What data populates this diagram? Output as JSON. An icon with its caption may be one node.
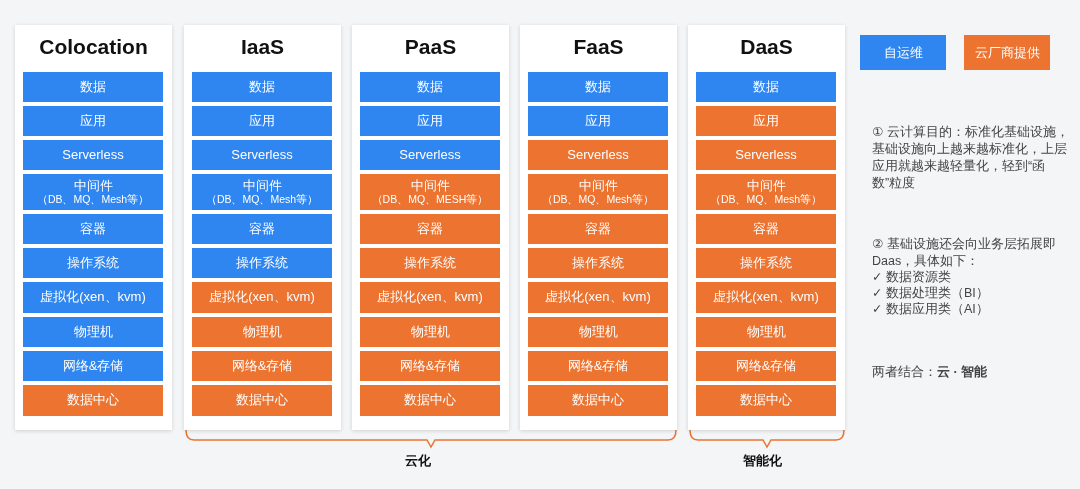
{
  "diagram": {
    "nodes": [
      {
        "text": [
          "Colocation"
        ]
      },
      {
        "text": [
          "数据"
        ],
        "in": 0
      },
      {
        "text": [
          "应用"
        ],
        "in": 0
      },
      {
        "text": [
          "Serverless"
        ],
        "in": 0
      },
      {
        "text": [
          "中间件",
          "（DB、MQ、Mesh等）"
        ],
        "in": 0
      },
      {
        "text": [
          "容器"
        ],
        "in": 0
      },
      {
        "text": [
          "操作系统"
        ],
        "in": 0
      },
      {
        "text": [
          "虚拟化(xen、kvm)"
        ],
        "in": 0
      },
      {
        "text": [
          "物理机"
        ],
        "in": 0
      },
      {
        "text": [
          "网络&存储"
        ],
        "in": 0
      },
      {
        "text": [
          "数据中心"
        ],
        "in": 0
      },
      {
        "text": [
          "IaaS"
        ]
      },
      {
        "text": [
          "数据"
        ],
        "in": 11
      },
      {
        "text": [
          "应用"
        ],
        "in": 11
      },
      {
        "text": [
          "Serverless"
        ],
        "in": 11
      },
      {
        "text": [
          "中间件",
          "（DB、MQ、Mesh等）"
        ],
        "in": 11
      },
      {
        "text": [
          "容器"
        ],
        "in": 11
      },
      {
        "text": [
          "操作系统"
        ],
        "in": 11
      },
      {
        "text": [
          "虚拟化(xen、kvm)"
        ],
        "in": 11
      },
      {
        "text": [
          "物理机"
        ],
        "in": 11
      },
      {
        "text": [
          "网络&存储"
        ],
        "in": 11
      },
      {
        "text": [
          "数据中心"
        ],
        "in": 11
      },
      {
        "text": [
          "PaaS"
        ]
      },
      {
        "text": [
          "数据"
        ],
        "in": 22
      },
      {
        "text": [
          "应用"
        ],
        "in": 22
      },
      {
        "text": [
          "Serverless"
        ],
        "in": 22
      },
      {
        "text": [
          "中间件",
          "（DB、MQ、MESH等）"
        ],
        "in": 22
      },
      {
        "text": [
          "容器"
        ],
        "in": 22
      },
      {
        "text": [
          "操作系统"
        ],
        "in": 22
      },
      {
        "text": [
          "虚拟化(xen、kvm)"
        ],
        "in": 22
      },
      {
        "text": [
          "物理机"
        ],
        "in": 22
      },
      {
        "text": [
          "网络&存储"
        ],
        "in": 22
      },
      {
        "text": [
          "数据中心"
        ],
        "in": 22
      },
      {
        "text": [
          "FaaS"
        ]
      },
      {
        "text": [
          "数据"
        ],
        "in": 33
      },
      {
        "text": [
          "应用"
        ],
        "in": 33
      },
      {
        "text": [
          "Serverless"
        ],
        "in": 33
      },
      {
        "text": [
          "中间件",
          "（DB、MQ、Mesh等）"
        ],
        "in": 33
      },
      {
        "text": [
          "容器"
        ],
        "in": 33
      },
      {
        "text": [
          "操作系统"
        ],
        "in": 33
      },
      {
        "text": [
          "虚拟化(xen、kvm)"
        ],
        "in": 33
      },
      {
        "text": [
          "物理机"
        ],
        "in": 33
      },
      {
        "text": [
          "网络&存储"
        ],
        "in": 33
      },
      {
        "text": [
          "数据中心"
        ],
        "in": 33
      },
      {
        "text": [
          "DaaS"
        ]
      },
      {
        "text": [
          "数据"
        ],
        "in": 44
      },
      {
        "text": [
          "应用"
        ],
        "in": 44
      },
      {
        "text": [
          "Serverless"
        ],
        "in": 44
      },
      {
        "text": [
          "中间件",
          "（DB、MQ、Mesh等）"
        ],
        "in": 44
      },
      {
        "text": [
          "容器"
        ],
        "in": 44
      },
      {
        "text": [
          "操作系统"
        ],
        "in": 44
      },
      {
        "text": [
          "虚拟化(xen、kvm)"
        ],
        "in": 44
      },
      {
        "text": [
          "物理机"
        ],
        "in": 44
      },
      {
        "text": [
          "网络&存储"
        ],
        "in": 44
      },
      {
        "text": [
          "数据中心"
        ],
        "in": 44
      }
    ],
    "labels": [
      "① 云计算目的：标准化基础设施，基础设施向上越来越标准化，上层应用就越来越轻量化，轻到“函数”粒度",
      "② 基础设施还会向业务层拓展即Daas，具体如下：",
      "✓ 数据资源类",
      "✓ 数据处理类（BI）",
      "✓ 数据应用类（AI）",
      "两者结合：**云 · 智能**",
      "云化",
      "智能化"
    ],
    "legend": [
      {
        "text": "自运维",
        "color": "#2f86f0"
      },
      {
        "text": "云厂商提供",
        "color": "#ec7330"
      }
    ]
  }
}
